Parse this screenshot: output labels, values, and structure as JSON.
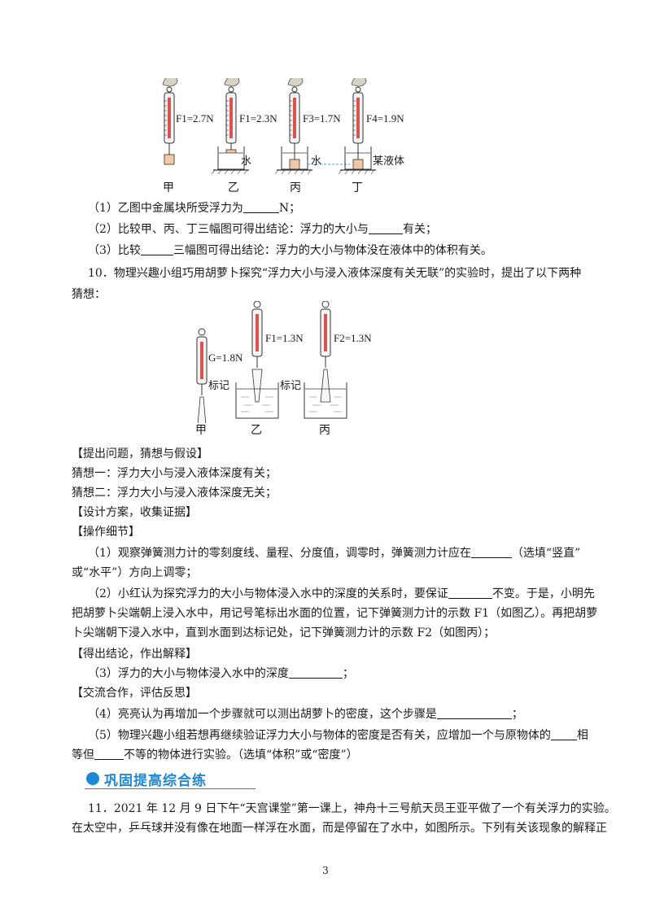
{
  "fig9": {
    "labels": {
      "f1": "F1=2.7N",
      "f2": "F1=2.3N",
      "f3": "F3=1.7N",
      "f4": "F4=1.9N",
      "water1": "水",
      "water2": "水",
      "liquid": "某液体"
    },
    "captions": [
      "甲",
      "乙",
      "丙",
      "丁"
    ]
  },
  "q9": {
    "p1_a": "（1）乙图中金属块所受浮力为",
    "p1_b": "N；",
    "p2_a": "（2）比较甲、丙、丁三幅图可得出结论：浮力的大小与",
    "p2_b": "有关；",
    "p3_a": "（3）比较",
    "p3_b": "三幅图可得出结论：浮力的大小与物体没在液体中的体积有关。"
  },
  "q10": {
    "intro_1": "10．物理兴趣小组巧用胡萝卜探究“浮力大小与浸入液体深度有关无联”的实验时，提出了以下两种",
    "intro_2": "猜想：",
    "fig": {
      "g": "G=1.8N",
      "f1": "F1=1.3N",
      "f2": "F2=1.3N",
      "mark1": "标记",
      "mark2": "标记",
      "captions": [
        "甲",
        "乙",
        "丙"
      ]
    },
    "sec1": "【提出问题，猜想与假设】",
    "guess1": "猜想一：浮力大小与浸入液体深度有关；",
    "guess2": "猜想二：浮力大小与浸入液体深度无关；",
    "sec2": "【设计方案，收集证据】",
    "sec3": "【操作细节】",
    "s1_a": "（1）观察弹簧测力计的零刻度线、量程、分度值，调零时，弹簧测力计应在",
    "s1_b": "（选填“竖直”",
    "s1_c": "或“水平”）方向上调零；",
    "s2_a": "（2）小红认为探究浮力的大小与物体浸入水中的深度的关系时，要保证",
    "s2_b": "不变。于是，小明先",
    "s2_c": "把胡萝卜尖端朝上浸入水中，用记号笔标出水面的位置，记下弹簧测力计的示数 F1（如图乙）。再把胡萝",
    "s2_d": "卜尖端朝下浸入水中，直到水面到达标记处，记下弹簧测力计的示数 F2（如图丙）；",
    "sec4": "【得出结论，作出解释】",
    "s3_a": "（3）浮力的大小与物体浸入水中的深度",
    "s3_b": "；",
    "sec5": "【交流合作，评估反思】",
    "s4_a": "（4）亮亮认为再增加一个步骤就可以测出胡萝卜的密度，这个步骤是",
    "s4_b": "；",
    "s5_a": "（5）物理兴趣小组若想再继续验证浮力大小与物体的密度是否有关，应增加一个与原物体的",
    "s5_b": "相",
    "s5_c": "等但",
    "s5_d": "不等的物体进行实验。（选填“体积”或“密度”）"
  },
  "banner": {
    "title": "巩固提高综合练",
    "color": "#1e88d6"
  },
  "q11": {
    "l1": "11．2021 年 12 月 9 日下午“天宫课堂”第一课上，神舟十三号航天员王亚平做了一个有关浮力的实验。",
    "l2": "在太空中，乒乓球并没有像在地面一样浮在水面，而是停留在了水中，如图所示。下列有关该现象的解释正"
  },
  "page_number": "3"
}
